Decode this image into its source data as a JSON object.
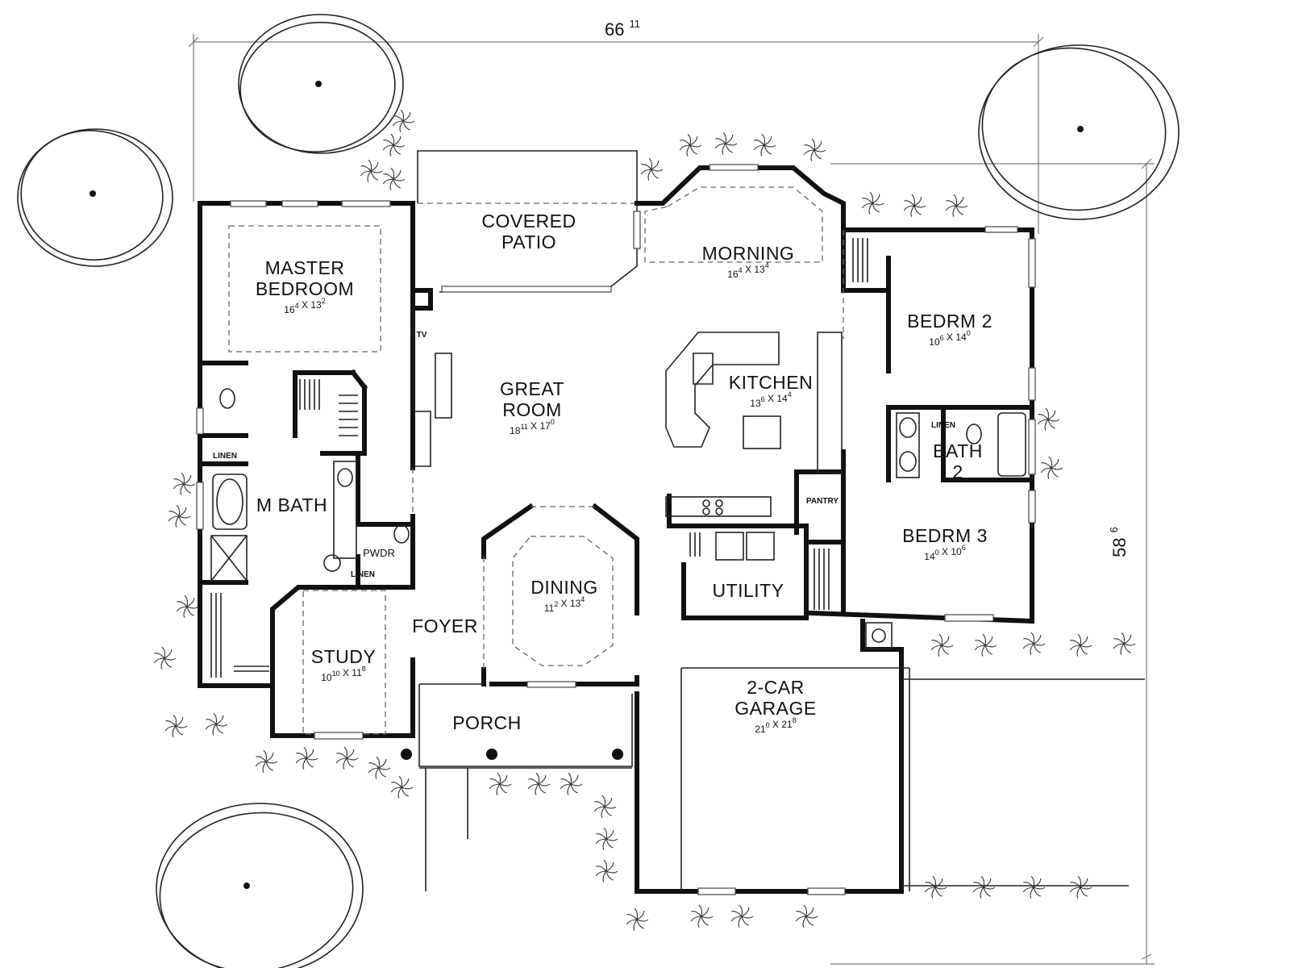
{
  "plan": {
    "overall_width": "66 11",
    "overall_depth": "58 6",
    "rooms": [
      {
        "key": "covered_patio",
        "name_lines": [
          "COVERED",
          "PATIO"
        ],
        "size": ""
      },
      {
        "key": "master_bedroom",
        "name_lines": [
          "MASTER",
          "BEDROOM"
        ],
        "size": "16 4 X 13 2"
      },
      {
        "key": "morning",
        "name_lines": [
          "MORNING"
        ],
        "size": "16 4 X 13 4"
      },
      {
        "key": "great_room",
        "name_lines": [
          "GREAT",
          "ROOM"
        ],
        "size": "18 11 X 17 0"
      },
      {
        "key": "kitchen",
        "name_lines": [
          "KITCHEN"
        ],
        "size": "13 6 X 14 4"
      },
      {
        "key": "bedrm_2",
        "name_lines": [
          "BEDRM 2"
        ],
        "size": "10 6 X 14 0"
      },
      {
        "key": "bath_2",
        "name_lines": [
          "BATH",
          "2"
        ],
        "size": ""
      },
      {
        "key": "m_bath",
        "name_lines": [
          "M BATH"
        ],
        "size": ""
      },
      {
        "key": "bedrm_3",
        "name_lines": [
          "BEDRM 3"
        ],
        "size": "14 0 X 10 6"
      },
      {
        "key": "dining",
        "name_lines": [
          "DINING"
        ],
        "size": "11 2 X 13 4"
      },
      {
        "key": "utility",
        "name_lines": [
          "UTILITY"
        ],
        "size": ""
      },
      {
        "key": "foyer",
        "name_lines": [
          "FOYER"
        ],
        "size": ""
      },
      {
        "key": "study",
        "name_lines": [
          "STUDY"
        ],
        "size": "10 10 X 11 8"
      },
      {
        "key": "garage",
        "name_lines": [
          "2-CAR",
          "GARAGE"
        ],
        "size": "21 0 X 21 8"
      },
      {
        "key": "porch",
        "name_lines": [
          "PORCH"
        ],
        "size": ""
      }
    ],
    "small_labels": {
      "tv": "TV",
      "linen_master": "LINEN",
      "linen_pwdr": "LINEN",
      "linen_bath2": "LINEN",
      "pwdr": "PWDR",
      "pantry": "PANTRY"
    }
  }
}
